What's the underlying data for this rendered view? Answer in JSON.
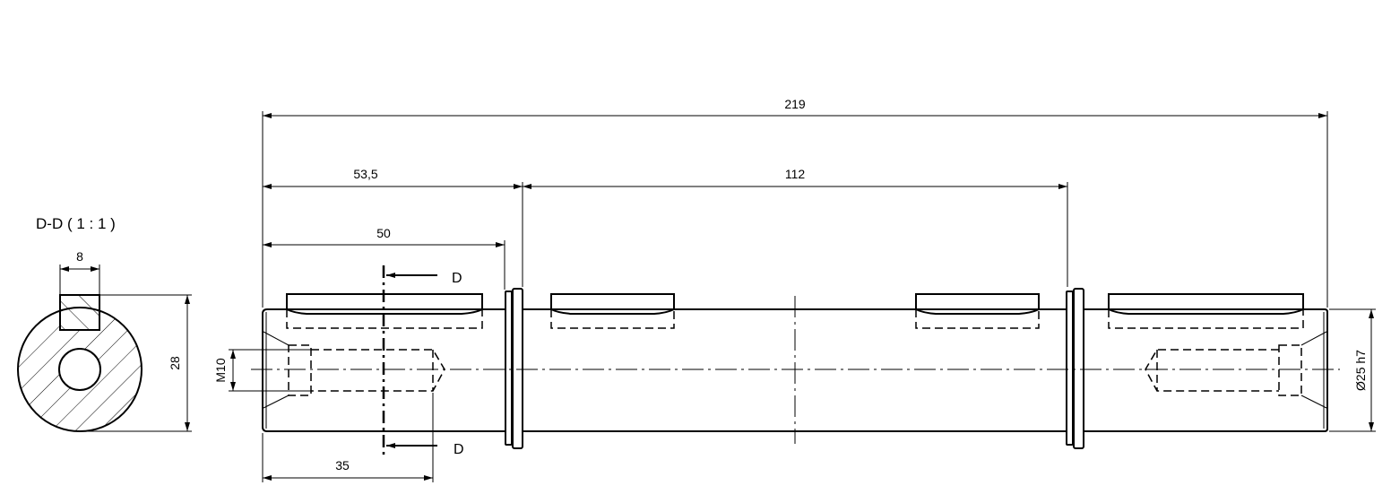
{
  "section_view": {
    "title": "D-D ( 1 : 1 )",
    "key_width": "8",
    "height_dim": "28"
  },
  "main_view": {
    "overall_length": "219",
    "ring_position": "53,5",
    "ring_spacing": "112",
    "keyway_length": "50",
    "thread_depth": "35",
    "thread_size": "M10",
    "diameter": "Ø25 h7",
    "section_label_top": "D",
    "section_label_bottom": "D"
  }
}
